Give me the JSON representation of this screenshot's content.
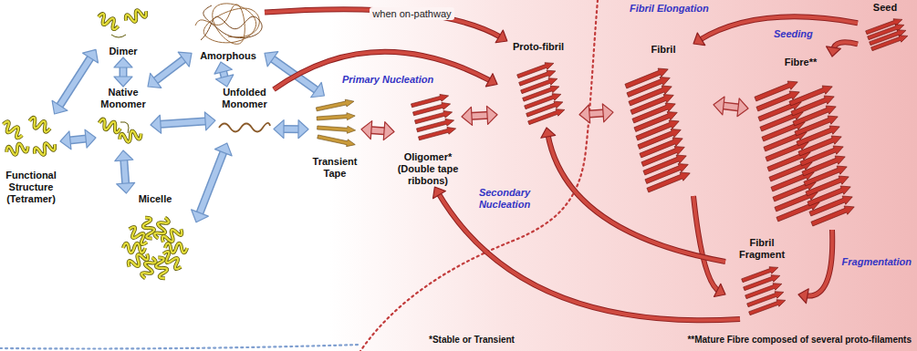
{
  "diagram": {
    "nodes": [
      {
        "text": [
          "Dimer"
        ]
      },
      {
        "text": [
          "Amorphous"
        ]
      },
      {
        "text": [
          "Functional Structure (Tetramer)"
        ]
      },
      {
        "text": [
          "Native Monomer"
        ]
      },
      {
        "text": [
          "Unfolded Monomer"
        ]
      },
      {
        "text": [
          "Micelle"
        ]
      },
      {
        "text": [
          "Transient Tape"
        ]
      },
      {
        "text": [
          "Oligomer* (Double tape ribbons)"
        ]
      },
      {
        "text": [
          "Proto-fibril"
        ]
      },
      {
        "text": [
          "Fibril"
        ]
      },
      {
        "text": [
          "Fibre**"
        ]
      },
      {
        "text": [
          "Seed"
        ]
      },
      {
        "text": [
          "Fibril Fragment"
        ]
      }
    ],
    "edges": [
      {
        "from": 2,
        "to": 0,
        "arrow": "both"
      },
      {
        "from": 0,
        "to": 3,
        "arrow": "both"
      },
      {
        "from": 2,
        "to": 3,
        "arrow": "both"
      },
      {
        "from": 3,
        "to": 1,
        "arrow": "both"
      },
      {
        "from": 3,
        "to": 4,
        "arrow": "both"
      },
      {
        "from": 1,
        "to": 4,
        "arrow": "both"
      },
      {
        "from": 1,
        "to": 6,
        "arrow": "both"
      },
      {
        "from": 4,
        "to": 6,
        "arrow": "both"
      },
      {
        "from": 3,
        "to": 5,
        "arrow": "both"
      },
      {
        "from": 4,
        "to": 5,
        "arrow": "both"
      },
      {
        "from": 6,
        "to": 7,
        "arrow": "both"
      },
      {
        "from": 7,
        "to": 8,
        "arrow": "both"
      },
      {
        "from": 8,
        "to": 9,
        "arrow": "both"
      },
      {
        "from": 9,
        "to": 10,
        "arrow": "both"
      },
      {
        "from": 1,
        "to": 8,
        "label": "when on-pathway",
        "arrow": "to"
      },
      {
        "from": 4,
        "to": 8,
        "arrow": "to"
      },
      {
        "from": 11,
        "to": 9,
        "arrow": "to"
      },
      {
        "from": 11,
        "to": 10,
        "arrow": "to"
      },
      {
        "from": 9,
        "to": 12,
        "arrow": "to"
      },
      {
        "from": 10,
        "to": 12,
        "arrow": "to"
      },
      {
        "from": 12,
        "to": 8,
        "arrow": "to"
      },
      {
        "from": 12,
        "to": 7,
        "arrow": "to"
      }
    ],
    "labels": [
      "Fibril Elongation",
      "Primary Nucleation",
      "Seeding",
      "Secondary Nucleation",
      "Fragmentation",
      "*Stable or Transient",
      "**Mature Fibre composed of several proto-filaments"
    ]
  }
}
